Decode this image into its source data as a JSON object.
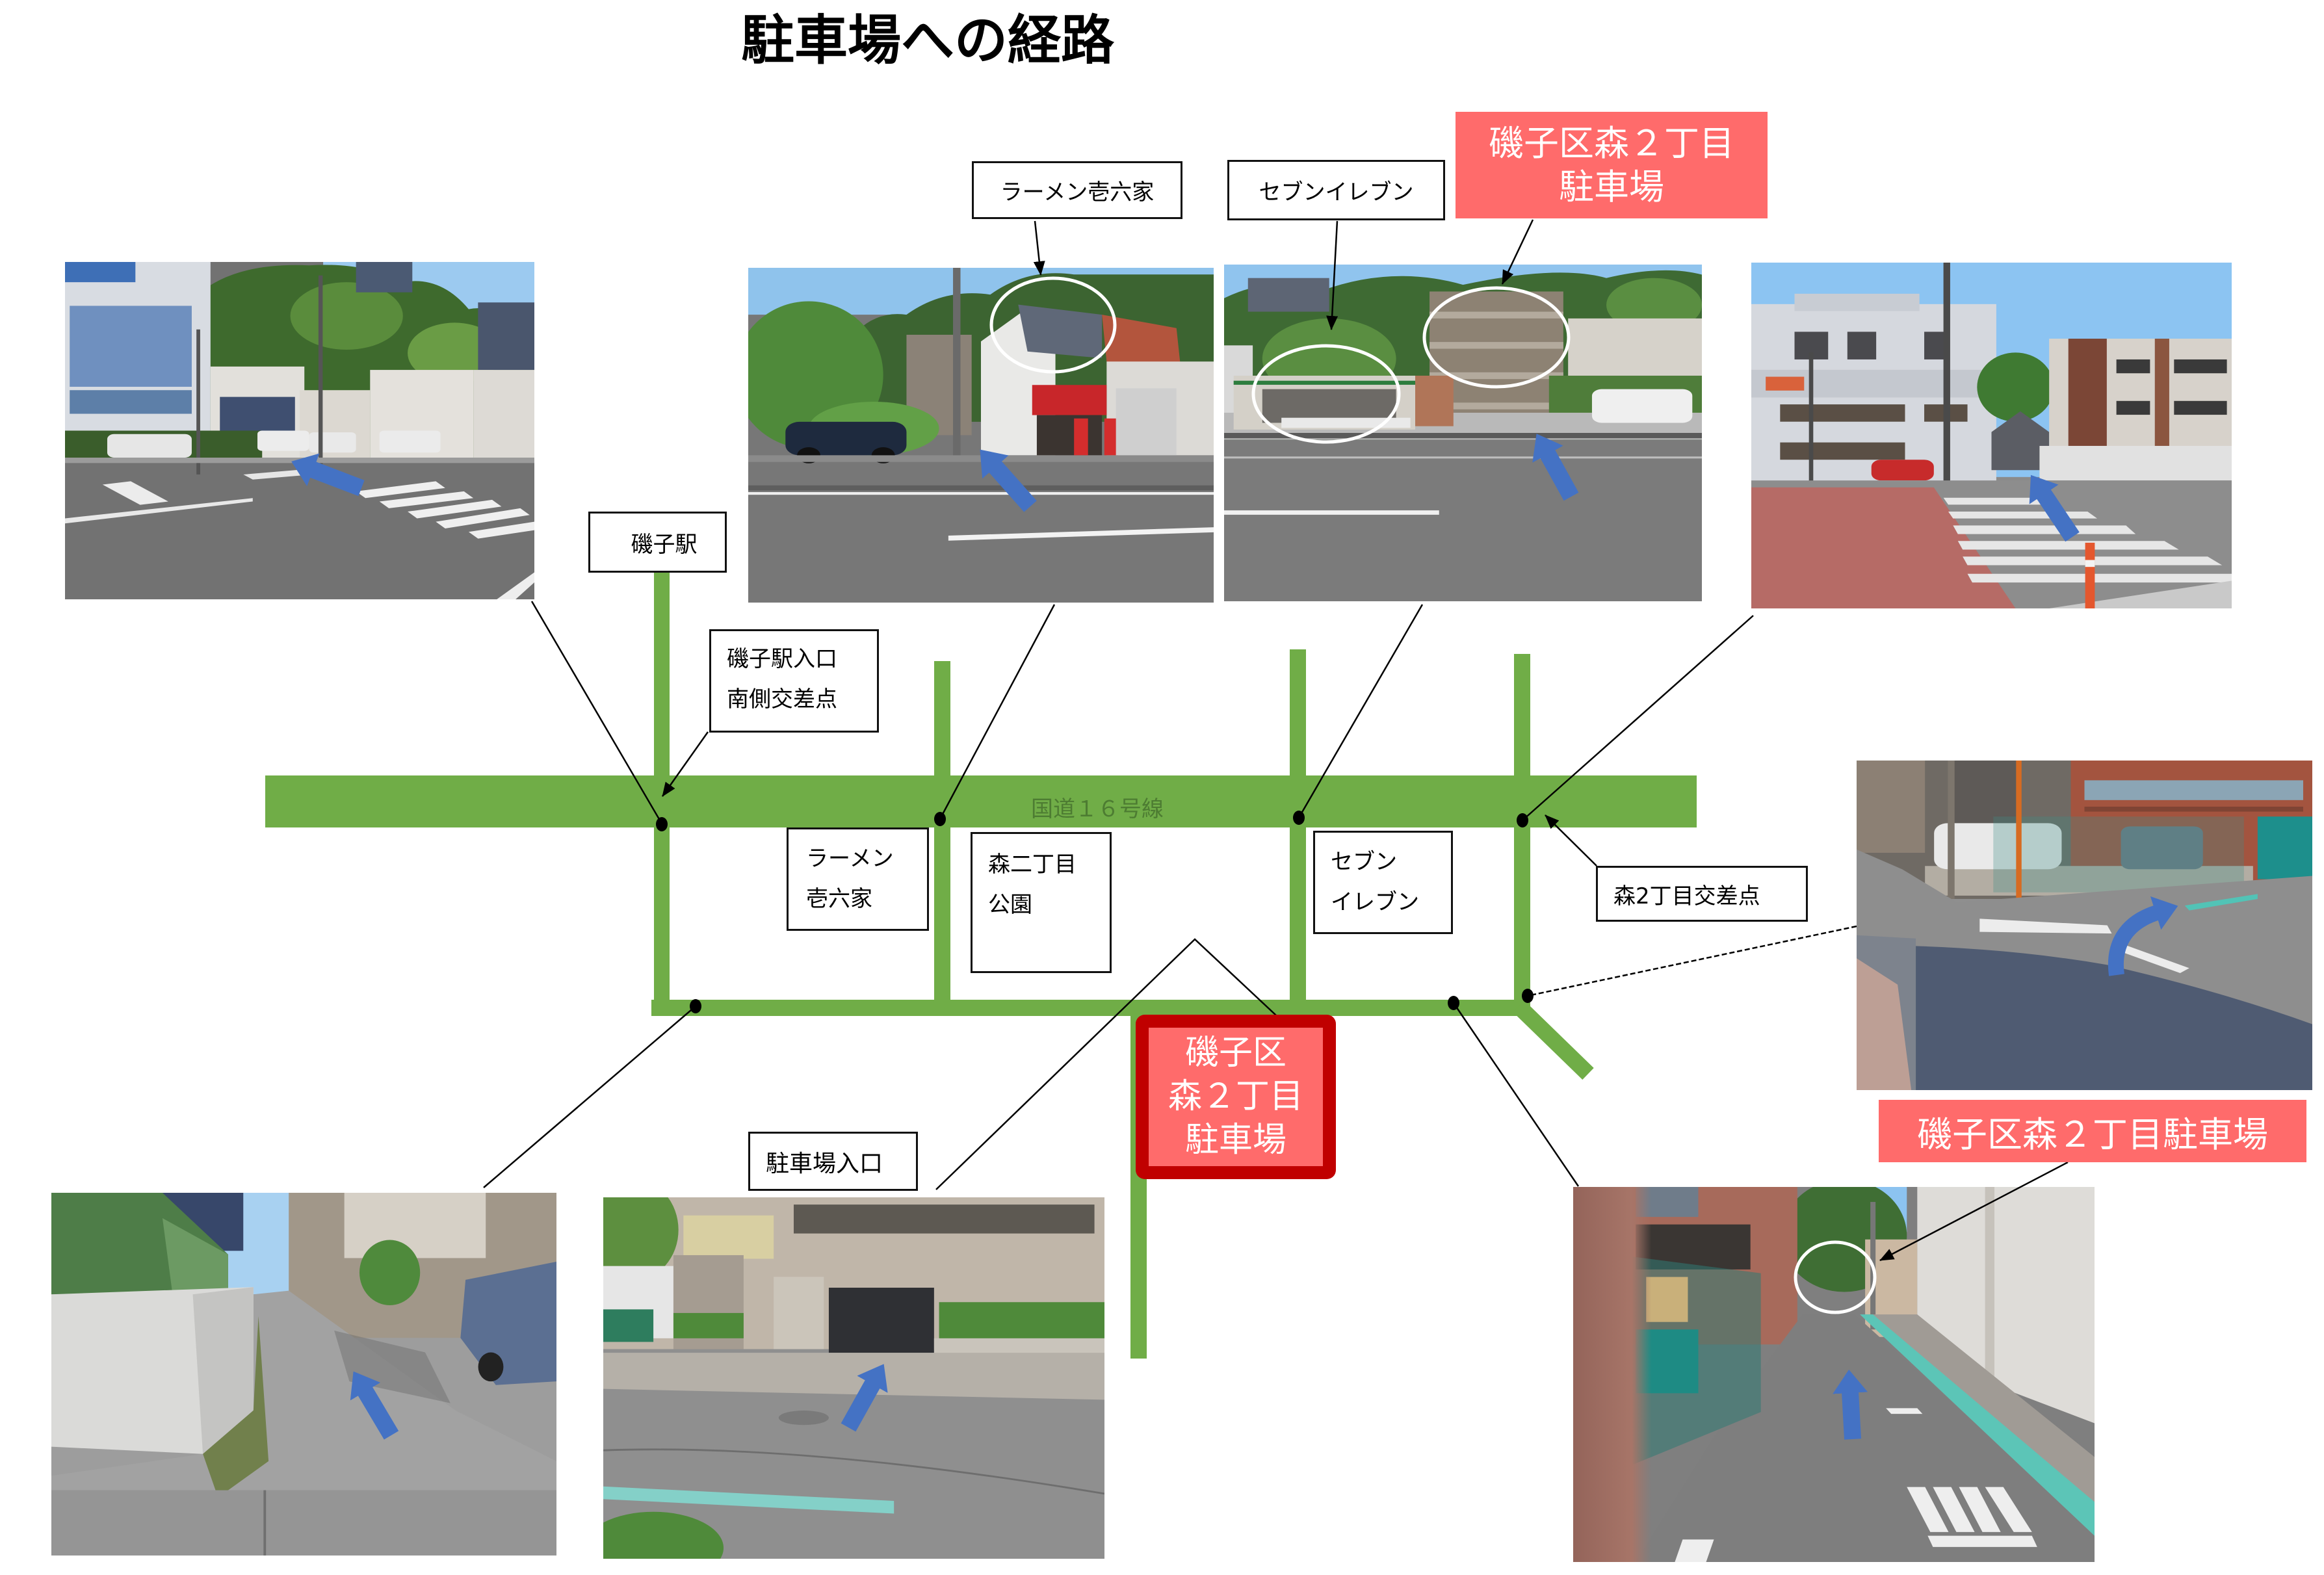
{
  "title": "駐車場への経路",
  "photo_callouts": {
    "ramen": "ラーメン壱六家",
    "seven_eleven": "セブンイレブン",
    "parking_top": {
      "line1": "磯子区森２丁目",
      "line2": "駐車場"
    },
    "parking_entrance": "駐車場入口",
    "parking_bottom": "磯子区森２丁目駐車場"
  },
  "map": {
    "route_name": "国道１６号線",
    "station": "磯子駅",
    "station_entrance_intersection": {
      "line1": "磯子駅入口",
      "line2": "南側交差点"
    },
    "ramen": {
      "line1": "ラーメン",
      "line2": "壱六家"
    },
    "park": {
      "line1": "森二丁目",
      "line2": "公園"
    },
    "seven_eleven": {
      "line1": "セブン",
      "line2": "イレブン"
    },
    "mori2_intersection": "森2丁目交差点",
    "destination": {
      "line1": "磯子区",
      "line2": "森２丁目",
      "line3": "駐車場"
    }
  },
  "colors": {
    "road": "#70AD47",
    "highlight_fill": "#FF6B6B",
    "destination_border": "#C00000",
    "direction_arrow": "#4472C4",
    "route_text": "#4D7C32",
    "connector": "#000000"
  },
  "photos": [
    {
      "name": "photo-station-entrance-intersection",
      "arrow": "up-left",
      "highlight_circles": 0
    },
    {
      "name": "photo-ramen-shop",
      "arrow": "up-left",
      "highlight_circles": 1
    },
    {
      "name": "photo-seven-eleven",
      "arrow": "up-left",
      "highlight_circles": 2
    },
    {
      "name": "photo-mori2-intersection",
      "arrow": "up-left",
      "highlight_circles": 0
    },
    {
      "name": "photo-turn-corner",
      "arrow": "curve-right",
      "highlight_circles": 0
    },
    {
      "name": "photo-side-street",
      "arrow": "up-left",
      "highlight_circles": 0
    },
    {
      "name": "photo-parking-entrance",
      "arrow": "up-right",
      "highlight_circles": 0
    },
    {
      "name": "photo-narrow-road",
      "arrow": "up",
      "highlight_circles": 1
    }
  ]
}
